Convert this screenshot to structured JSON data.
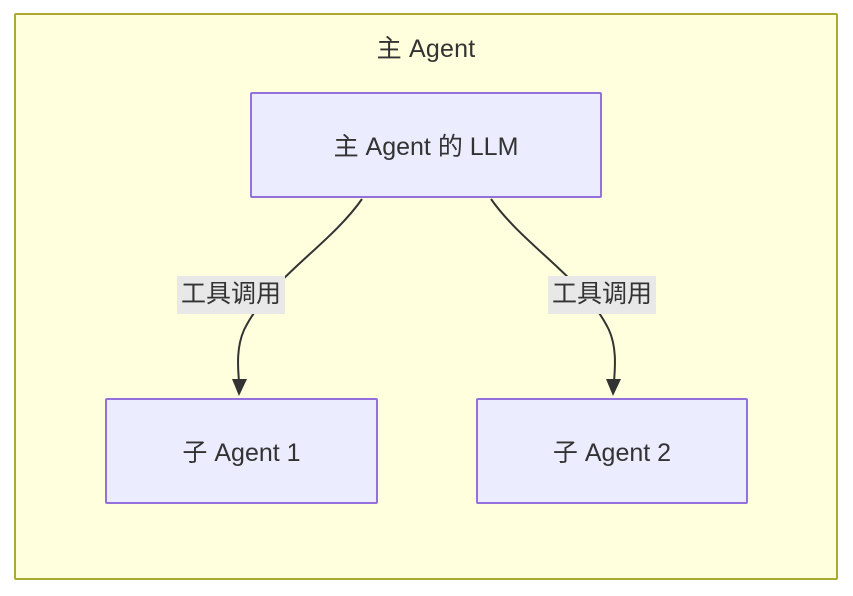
{
  "diagram": {
    "type": "flowchart",
    "direction": "top-down",
    "background_color": "#ffffff",
    "subgraph": {
      "title": "主 Agent",
      "fill_color": "#ffffde",
      "border_color": "#aaaa33"
    },
    "node_style": {
      "fill_color": "#ececff",
      "border_color": "#9370db",
      "text_color": "#333333"
    },
    "edge_style": {
      "line_color": "#333333",
      "label_background": "#e8e8e8"
    },
    "nodes": [
      {
        "id": "llm",
        "label": "主 Agent 的 LLM"
      },
      {
        "id": "sub1",
        "label": "子 Agent 1"
      },
      {
        "id": "sub2",
        "label": "子 Agent 2"
      }
    ],
    "edges": [
      {
        "from": "llm",
        "to": "sub1",
        "label": "工具调用",
        "arrow": "filled-triangle"
      },
      {
        "from": "llm",
        "to": "sub2",
        "label": "工具调用",
        "arrow": "filled-triangle"
      }
    ]
  }
}
